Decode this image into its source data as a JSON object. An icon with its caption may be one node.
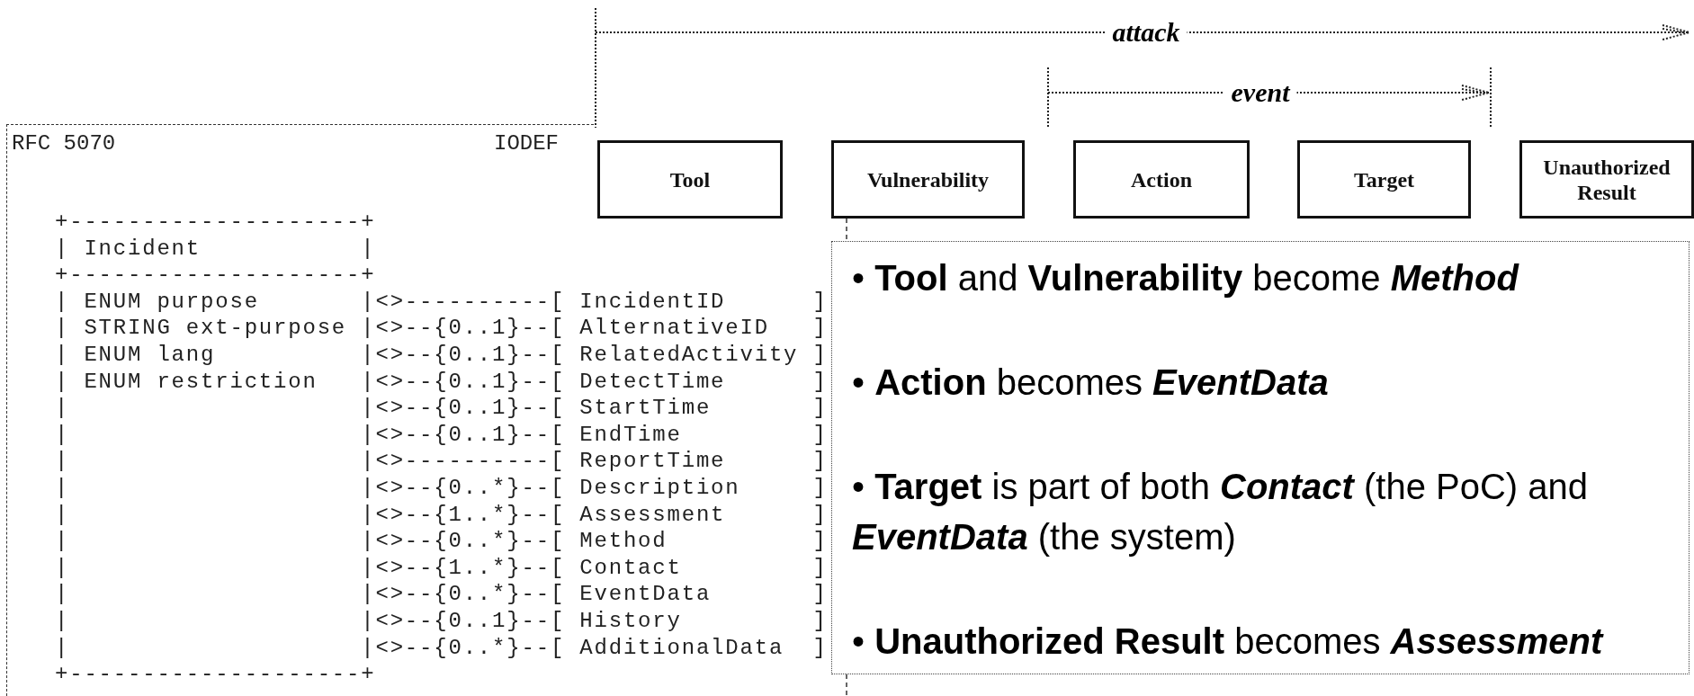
{
  "diagram": {
    "nodes": [
      {
        "text": [
          "RFC 5070",
          "IODEF"
        ]
      },
      {
        "text": [
          "Tool"
        ]
      },
      {
        "text": [
          "Vulnerability"
        ]
      },
      {
        "text": [
          "Action"
        ]
      },
      {
        "text": [
          "Target"
        ]
      },
      {
        "text": [
          "Unauthorized Result"
        ]
      },
      {
        "text": [
          "• **Tool** and **Vulnerability** become *Method*",
          "• **Action** becomes *EventData*",
          "• **Target** is part of both *Contact* (the PoC) and *EventData* (the system)",
          "• **Unauthorized Result** becomes *Assessment*"
        ]
      }
    ],
    "edges": [
      {
        "from": 2,
        "to": 6,
        "arrow": "none",
        "style": "dashed"
      }
    ],
    "labels": [
      "attack",
      "event",
      "+--------------------+",
      "| Incident           |",
      "+--------------------+",
      "| ENUM purpose       |<>----------[ IncidentID      ]",
      "| STRING ext-purpose |<>--{0..1}--[ AlternativeID   ]",
      "| ENUM lang          |<>--{0..1}--[ RelatedActivity ]",
      "| ENUM restriction   |<>--{0..1}--[ DetectTime      ]",
      "|                    |<>--{0..1}--[ StartTime       ]",
      "|                    |<>--{0..1}--[ EndTime         ]",
      "|                    |<>----------[ ReportTime      ]",
      "|                    |<>--{0..*}--[ Description     ]",
      "|                    |<>--{1..*}--[ Assessment      ]",
      "|                    |<>--{0..*}--[ Method          ]",
      "|                    |<>--{1..*}--[ Contact         ]",
      "|                    |<>--{0..*}--[ EventData       ]",
      "|                    |<>--{0..1}--[ History         ]",
      "|                    |<>--{0..*}--[ AdditionalData  ]",
      "+--------------------+"
    ]
  }
}
